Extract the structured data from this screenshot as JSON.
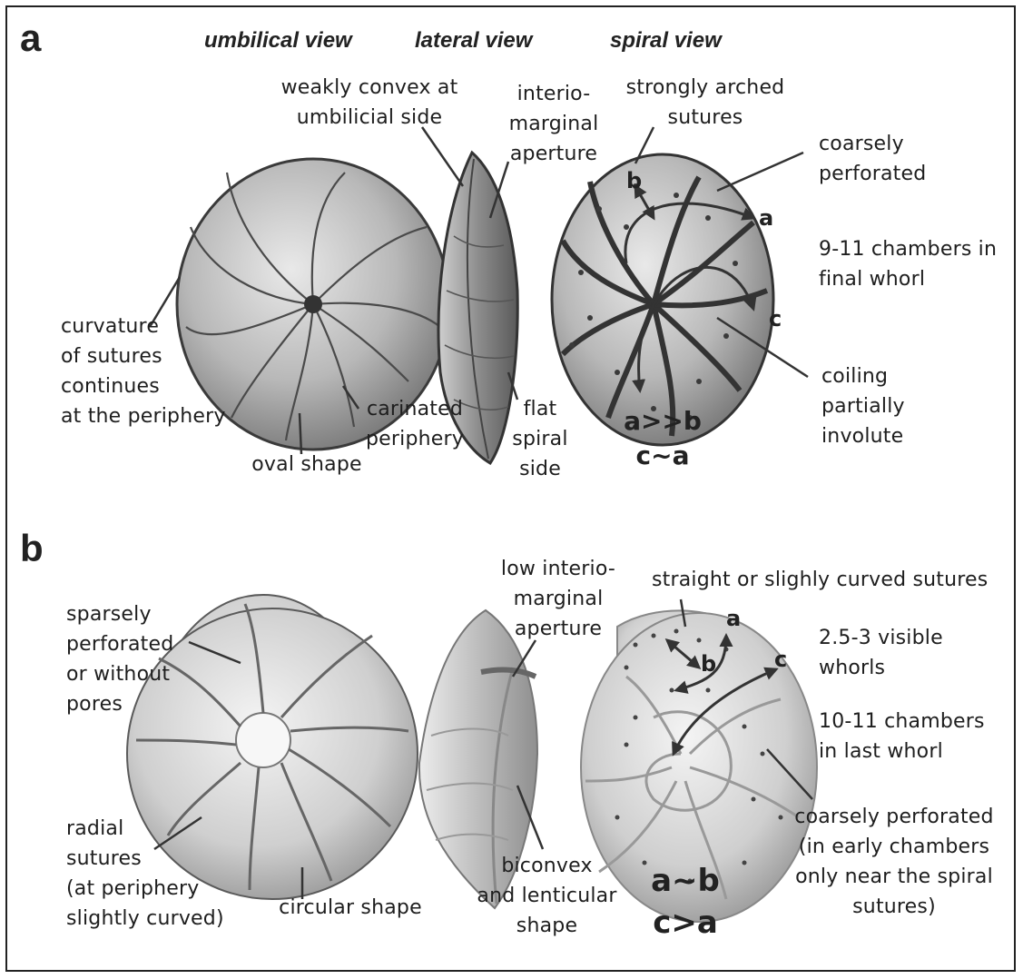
{
  "panels": {
    "a": "a",
    "b": "b"
  },
  "views": {
    "umbilical": "umbilical view",
    "lateral": "lateral view",
    "spiral": "spiral view"
  },
  "panel_a": {
    "labels": {
      "weakly_convex": "weakly convex at\numbilicial side",
      "interio_marginal": "interio-\nmarginal\naperture",
      "strongly_arched": "strongly arched\nsutures",
      "coarsely_perforated": "coarsely\nperforated",
      "chambers": "9-11 chambers in\nfinal whorl",
      "curvature": "curvature\nof sutures\ncontinues\nat the periphery",
      "carinated": "carinated\nperiphery",
      "oval": "oval shape",
      "flat_spiral": "flat\nspiral\nside",
      "coiling": "coiling\npartially\ninvolute"
    },
    "letters": {
      "a": "a",
      "b": "b",
      "c": "c"
    },
    "relations": "a>>b\nc~a"
  },
  "panel_b": {
    "labels": {
      "sparsely": "sparsely\nperforated\nor without\npores",
      "low_aperture": "low interio-\nmarginal\naperture",
      "straight_sutures": "straight or slighly curved sutures",
      "visible_whorls": "2.5-3 visible\nwhorls",
      "chambers": "10-11 chambers\nin last whorl",
      "radial": "radial\nsutures\n(at periphery\nslightly curved)",
      "circular": "circular shape",
      "biconvex": "biconvex\nand lenticular\nshape",
      "coarsely_perforated": "coarsely perforated\n(in early chambers\nonly near the spiral\nsutures)"
    },
    "letters": {
      "a": "a",
      "b": "b",
      "c": "c"
    },
    "relations": "a~b\nc>a"
  },
  "colors": {
    "ink": "#222222",
    "shell_dark": "#6a6a6a",
    "shell_light": "#e6e6e6"
  }
}
